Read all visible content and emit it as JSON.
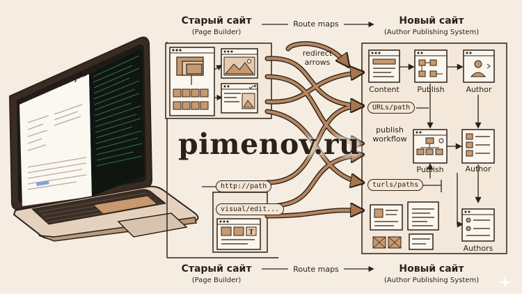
{
  "brand": "pimenov.ru",
  "old_site": {
    "title": "Старый сайт",
    "subtitle": "(Page Builder)"
  },
  "new_site": {
    "title": "Новый сайт",
    "subtitle": "(Author Publishing System)"
  },
  "route_maps": "Route maps",
  "redirect_arrows": [
    "redirect",
    "arrows"
  ],
  "publish_workflow": [
    "publish",
    "workflow"
  ],
  "pills": {
    "urls_path": "URLs/path",
    "http_path": "http://path",
    "visual_edit": "visual/edit...",
    "turls_paths": "turls/paths"
  },
  "nodes": {
    "content": "Content",
    "publish_top": "Publish",
    "author_top": "Author",
    "publish_mid": "Publish",
    "author_mid": "Author",
    "authors": "Authors"
  },
  "laptop": {
    "screen_heading": "Customer story: Zen"
  },
  "colors": {
    "ink": "#2b2118",
    "paper": "#f5ede2",
    "accent": "#a9754f",
    "accent_light": "#d9b896",
    "panel": "#efe3d3"
  }
}
